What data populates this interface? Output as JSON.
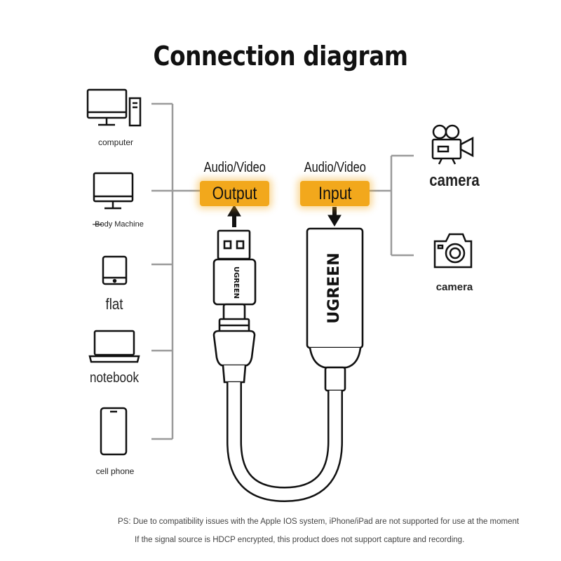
{
  "title": "Connection diagram",
  "source_devices": [
    {
      "label": "computer",
      "icon": "desktop-computer-icon"
    },
    {
      "label": "Body Machine",
      "icon": "monitor-icon"
    },
    {
      "label": "flat",
      "icon": "tablet-icon"
    },
    {
      "label": "notebook",
      "icon": "laptop-icon"
    },
    {
      "label": "cell phone",
      "icon": "smartphone-icon"
    }
  ],
  "target_devices": [
    {
      "label": "camera",
      "icon": "video-camera-icon"
    },
    {
      "label": "camera",
      "icon": "photo-camera-icon"
    }
  ],
  "output_port": {
    "caption": "Audio/Video",
    "badge": "Output"
  },
  "input_port": {
    "caption": "Audio/Video",
    "badge": "Input"
  },
  "brand": "UGREEN",
  "notes": [
    "PS: Due to compatibility issues with the Apple IOS system, iPhone/iPad are not supported for use at the moment",
    "If the signal source is HDCP encrypted, this product does not support capture and recording."
  ],
  "colors": {
    "accent": "#f2a81c",
    "line": "#9a9a9a",
    "ink": "#111111"
  }
}
